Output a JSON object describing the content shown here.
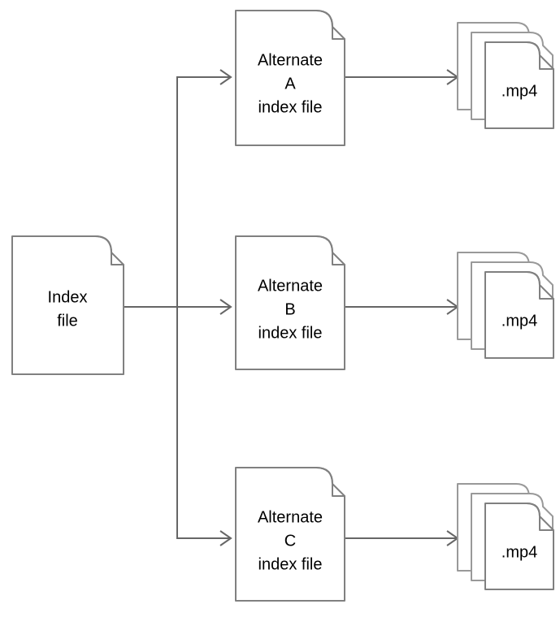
{
  "diagram": {
    "type": "flow-diagram",
    "title": "Index file to alternate index files to mp4 segments",
    "colors": {
      "shape_stroke": "#808080",
      "stack_back_stroke": "#999999",
      "connector_stroke": "#666666",
      "shape_fill": "#ffffff",
      "label_text": "#000000",
      "background": "#ffffff"
    },
    "nodes": {
      "index_file": {
        "id": "index-file",
        "shape": "document",
        "lines": [
          "Index",
          "file"
        ],
        "line1": "Index",
        "line2": "file"
      },
      "alternates": [
        {
          "id": "alternate-a",
          "shape": "document",
          "line1": "Alternate",
          "line2": "A",
          "line3": "index file"
        },
        {
          "id": "alternate-b",
          "shape": "document",
          "line1": "Alternate",
          "line2": "B",
          "line3": "index file"
        },
        {
          "id": "alternate-c",
          "shape": "document",
          "line1": "Alternate",
          "line2": "C",
          "line3": "index file"
        }
      ],
      "media_stacks": [
        {
          "id": "mp4-stack-a",
          "shape": "document-stack",
          "count": 3,
          "label": ".mp4"
        },
        {
          "id": "mp4-stack-b",
          "shape": "document-stack",
          "count": 3,
          "label": ".mp4"
        },
        {
          "id": "mp4-stack-c",
          "shape": "document-stack",
          "count": 3,
          "label": ".mp4"
        }
      ]
    },
    "edges": [
      {
        "id": "edge-index-to-bus",
        "from": "index-file",
        "to": "branch-bus",
        "style": "orthogonal",
        "arrowhead": "open-v"
      },
      {
        "id": "edge-bus-to-alternate-a",
        "from": "branch-bus",
        "to": "alternate-a",
        "style": "orthogonal",
        "arrowhead": "open-v"
      },
      {
        "id": "edge-bus-to-alternate-b",
        "from": "branch-bus",
        "to": "alternate-b",
        "style": "straight",
        "arrowhead": "open-v"
      },
      {
        "id": "edge-bus-to-alternate-c",
        "from": "branch-bus",
        "to": "alternate-c",
        "style": "orthogonal",
        "arrowhead": "open-v"
      },
      {
        "id": "edge-alternate-a-to-mp4",
        "from": "alternate-a",
        "to": "mp4-stack-a",
        "style": "straight",
        "arrowhead": "open-v"
      },
      {
        "id": "edge-alternate-b-to-mp4",
        "from": "alternate-b",
        "to": "mp4-stack-b",
        "style": "straight",
        "arrowhead": "open-v"
      },
      {
        "id": "edge-alternate-c-to-mp4",
        "from": "alternate-c",
        "to": "mp4-stack-c",
        "style": "straight",
        "arrowhead": "open-v"
      }
    ]
  }
}
